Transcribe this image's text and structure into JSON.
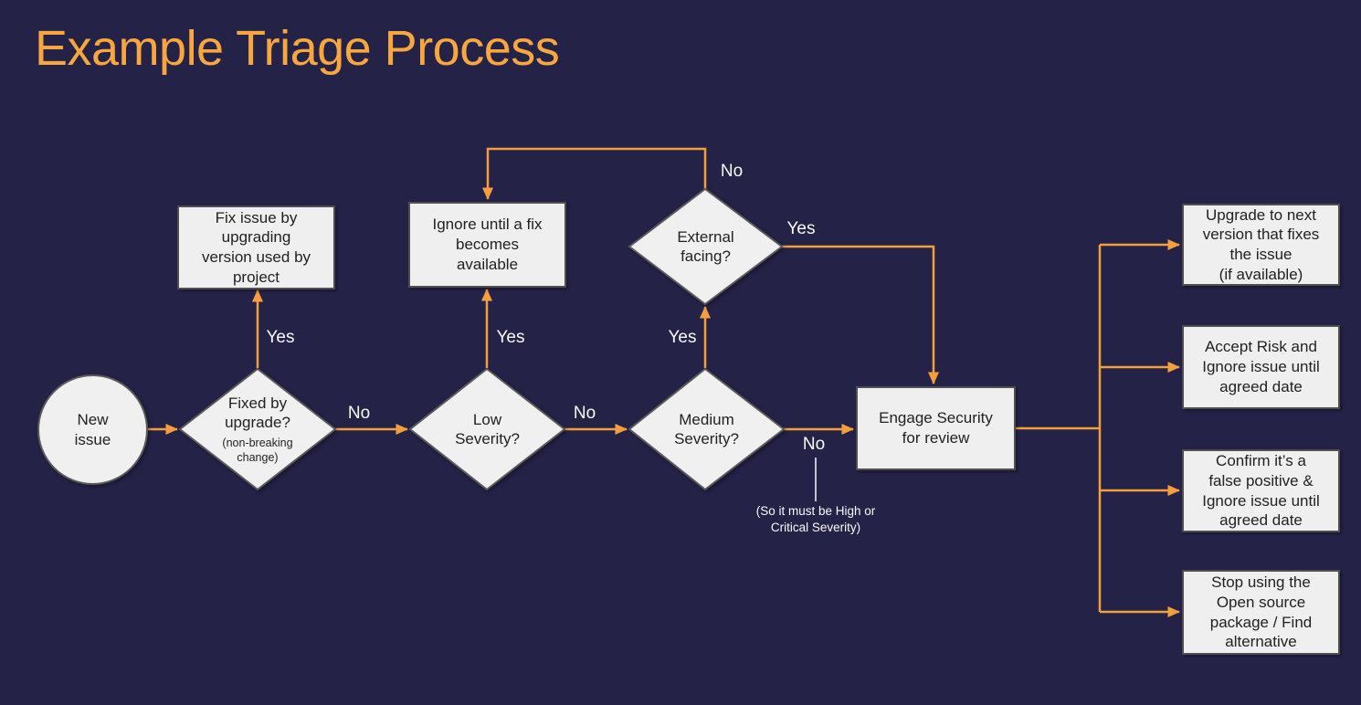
{
  "title": "Example Triage Process",
  "colors": {
    "background": "#252248",
    "accent_orange": "#F49E3D",
    "title_orange": "#F8A73F",
    "node_fill": "#EFEFEF",
    "node_border": "#4F4F4F",
    "node_text": "#222222",
    "label_text": "#FAFAFA"
  },
  "nodes": {
    "start": {
      "label": "New\nissue"
    },
    "fixed_by_upgrade": {
      "question": "Fixed by\nupgrade?",
      "note": "(non-breaking\nchange)"
    },
    "fix_issue": {
      "label": "Fix issue by\nupgrading\nversion used by\nproject"
    },
    "ignore_until_fix": {
      "label": "Ignore until a fix\nbecomes\navailable"
    },
    "low_severity": {
      "question": "Low\nSeverity?"
    },
    "medium_severity": {
      "question": "Medium\nSeverity?"
    },
    "external_facing": {
      "question": "External\nfacing?"
    },
    "engage_security": {
      "label": "Engage Security\nfor review"
    },
    "outcome_upgrade": {
      "label": "Upgrade to next\nversion that fixes\nthe issue\n(if available)"
    },
    "outcome_accept_risk": {
      "label": "Accept Risk and\nIgnore issue until\nagreed date"
    },
    "outcome_false_positive": {
      "label": "Confirm it’s a\nfalse positive &\nIgnore issue until\nagreed date"
    },
    "outcome_stop_using": {
      "label": "Stop using the\nOpen source\npackage / Find\nalternative"
    }
  },
  "edge_labels": {
    "fixed_yes": "Yes",
    "fixed_no": "No",
    "low_yes": "Yes",
    "low_no": "No",
    "medium_yes": "Yes",
    "medium_no": "No",
    "external_yes": "Yes",
    "external_no": "No"
  },
  "annotation": "(So it must be High or\nCritical Severity)"
}
